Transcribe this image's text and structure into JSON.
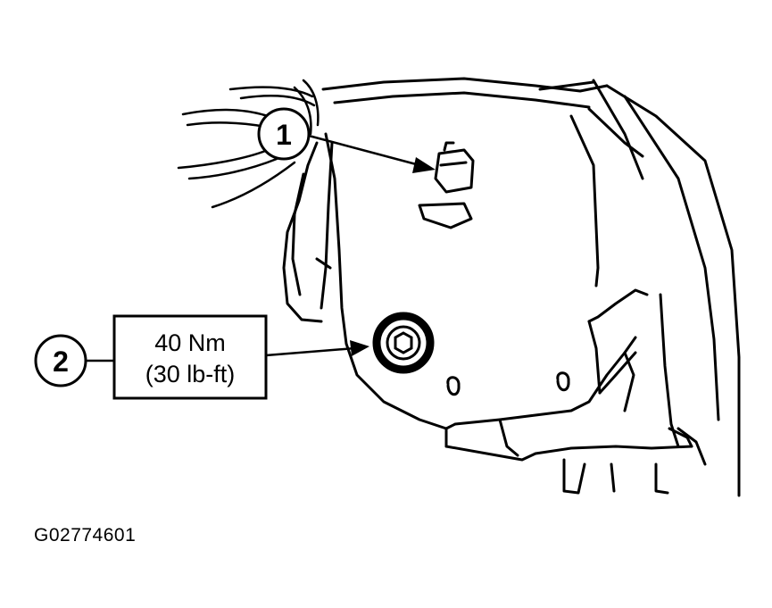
{
  "callouts": [
    {
      "number": "1"
    },
    {
      "number": "2"
    }
  ],
  "torque_spec": {
    "metric": "40 Nm",
    "imperial": "(30 lb-ft)"
  },
  "figure_id": "G02774601"
}
